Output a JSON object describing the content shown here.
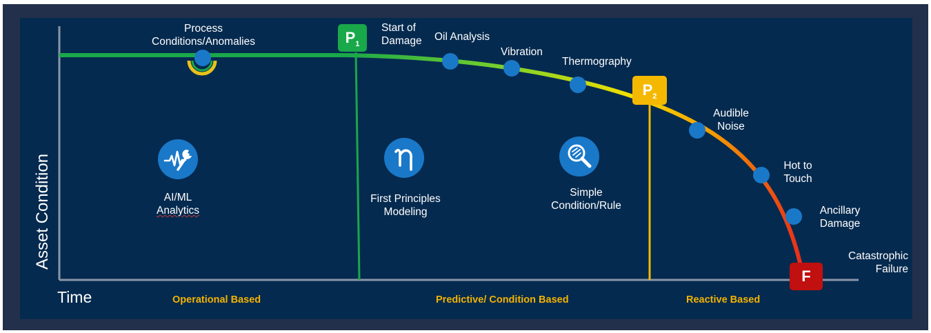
{
  "axes": {
    "y_label": "Asset Condition",
    "x_label": "Time"
  },
  "phases": [
    {
      "label": "Operational Based"
    },
    {
      "label": "Predictive/ Condition Based"
    },
    {
      "label": "Reactive Based"
    }
  ],
  "markers": {
    "p1": {
      "letter": "P",
      "sub": "1",
      "label_line1": "Start of",
      "label_line2": "Damage",
      "color": "#19a84a"
    },
    "p2": {
      "letter": "P",
      "sub": "2",
      "color": "#f5b800"
    },
    "f": {
      "letter": "F",
      "color": "#c0100f"
    }
  },
  "indicators": [
    {
      "name": "process",
      "line1": "Process",
      "line2": "Conditions/Anomalies"
    },
    {
      "name": "oil",
      "line1": "Oil Analysis"
    },
    {
      "name": "vibration",
      "line1": "Vibration"
    },
    {
      "name": "thermography",
      "line1": "Thermography"
    },
    {
      "name": "audible",
      "line1": "Audible",
      "line2": "Noise"
    },
    {
      "name": "hot",
      "line1": "Hot to",
      "line2": "Touch"
    },
    {
      "name": "ancillary",
      "line1": "Ancillary",
      "line2": "Damage"
    },
    {
      "name": "catastrophic",
      "line1": "Catastrophic",
      "line2": "Failure"
    }
  ],
  "methods": [
    {
      "name": "ai-ml",
      "line1": "AI/ML",
      "line2": "Analytics",
      "icon": "analytics-wrench-icon"
    },
    {
      "name": "first-principles",
      "line1": "First Principles",
      "line2": "Modeling",
      "icon": "eta-symbol-icon"
    },
    {
      "name": "simple-rule",
      "line1": "Simple",
      "line2": "Condition/Rule",
      "icon": "magnifier-icon"
    }
  ],
  "colors": {
    "background": "#052a4f",
    "frame": "#23304b",
    "curve_green": "#19a84a",
    "curve_yellow": "#f5e000",
    "curve_red": "#e8261c",
    "dot": "#1a78c8",
    "phase_text": "#f2b300",
    "axis": "#8a96a8"
  }
}
